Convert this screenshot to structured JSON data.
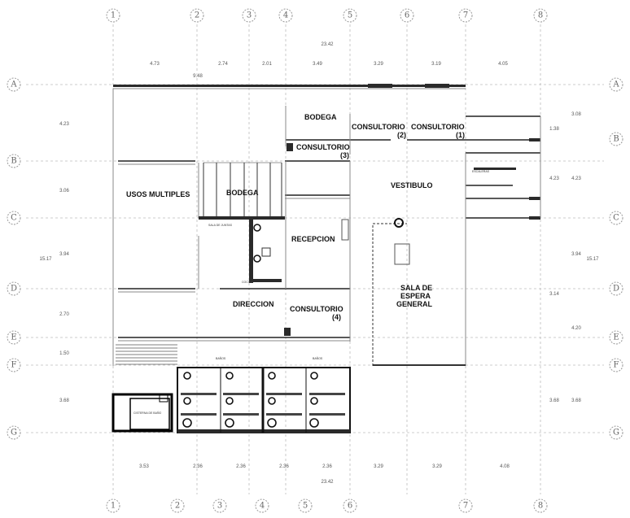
{
  "grid_top": [
    "1",
    "2",
    "3",
    "4",
    "5",
    "6",
    "7",
    "8"
  ],
  "grid_bottom": [
    "1",
    "2",
    "3",
    "4",
    "5",
    "6",
    "7",
    "8"
  ],
  "grid_left": [
    "A",
    "B",
    "C",
    "D",
    "E",
    "F",
    "G"
  ],
  "grid_right": [
    "A",
    "B",
    "C",
    "D",
    "E",
    "F",
    "G"
  ],
  "dims_top": {
    "total": "23.42",
    "segments": [
      "4.73",
      "2.74",
      "2.01",
      "3.49",
      "3.29",
      "3.19",
      "4.05"
    ],
    "extra": "9.48"
  },
  "dims_bottom": {
    "total": "23.42",
    "segments": [
      "3.53",
      "2.36",
      "2.36",
      "2.36",
      "2.36",
      "3.29",
      "3.29",
      "4.08"
    ]
  },
  "dims_left": {
    "segments": [
      "4.23",
      "3.06",
      "3.94",
      "2.70",
      "1.50",
      "3.68"
    ],
    "total": "15.17"
  },
  "dims_right": {
    "segments_inner": [
      "1.38",
      "4.23",
      "3.14",
      "4.20",
      "3.68"
    ],
    "segments_outer": [
      "3.08",
      "4.23",
      "3.94",
      "3.68"
    ],
    "total": "15.17"
  },
  "rooms": {
    "bodega_top": "BODEGA",
    "consultorio_2a": "CONSULTORIO",
    "consultorio_2b": "(2)",
    "consultorio_1a": "CONSULTORIO",
    "consultorio_1b": "(1)",
    "consultorio_3a": "CONSULTORIO",
    "consultorio_3b": "(3)",
    "usos_multiples": "USOS MULTIPLES",
    "bodega_mid": "BODEGA",
    "vestibulo": "VESTIBULO",
    "recepcion": "RECEPCION",
    "sala_1": "SALA DE",
    "sala_2": "ESPERA",
    "sala_3": "GENERAL",
    "direccion": "DIRECCION",
    "consultorio_4a": "CONSULTORIO",
    "consultorio_4b": "(4)"
  },
  "small_labels": {
    "escaleras": "ESCALERAS",
    "sala_juntas": "SALA DE JUNTAS",
    "cocina": "COCINA",
    "banos_1": "BAÑOS",
    "banos_2": "BAÑOS",
    "cisterna": "CISTERNA DE BAÑO"
  }
}
